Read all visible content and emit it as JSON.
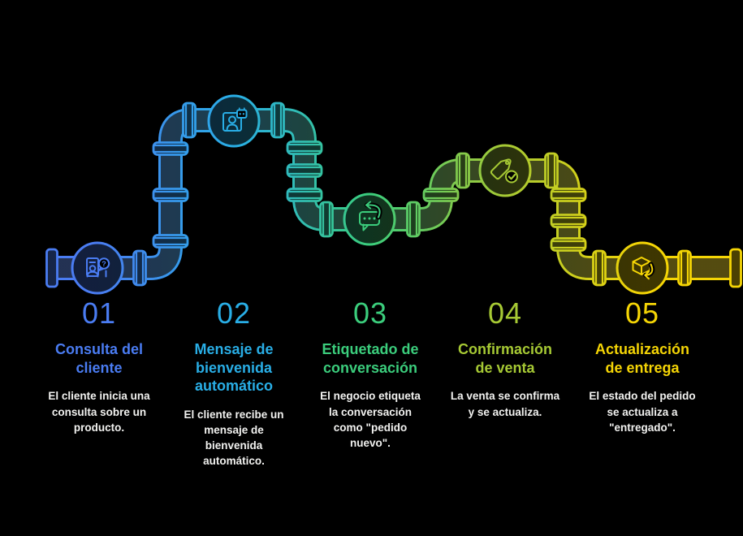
{
  "background": "#000000",
  "diagram_type": "pipeline-process-flow",
  "pipeline": {
    "gradient": [
      "#4a7cf2",
      "#29aee6",
      "#3bcd7c",
      "#a6c934",
      "#f5d505"
    ]
  },
  "steps": [
    {
      "number": "01",
      "title": "Consulta del\ncliente",
      "description": "El cliente inicia una\nconsulta sobre un\nproducto.",
      "color": "#4a7cf2",
      "icon": "customer-inquiry-icon"
    },
    {
      "number": "02",
      "title": "Mensaje de\nbienvenida\nautomático",
      "description": "El cliente recibe un\nmensaje de\nbienvenida\nautomático.",
      "color": "#29aee6",
      "icon": "welcome-bot-icon"
    },
    {
      "number": "03",
      "title": "Etiquetado de\nconversación",
      "description": "El negocio etiqueta\nla conversación\ncomo \"pedido\nnuevo\".",
      "color": "#3bcd7c",
      "icon": "chat-reply-icon"
    },
    {
      "number": "04",
      "title": "Confirmación\nde venta",
      "description": "La venta se confirma\ny se actualiza.",
      "color": "#a6c934",
      "icon": "tag-check-icon"
    },
    {
      "number": "05",
      "title": "Actualización\nde entrega",
      "description": "El estado del pedido\nse actualiza a\n\"entregado\".",
      "color": "#f5d505",
      "icon": "package-return-icon"
    }
  ]
}
